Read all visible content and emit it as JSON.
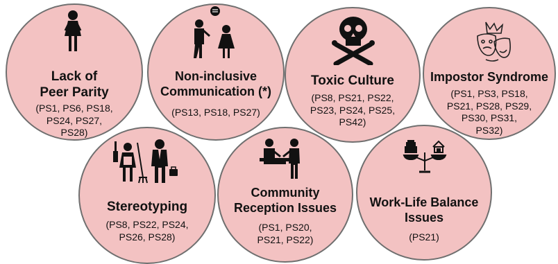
{
  "themes": [
    {
      "id": "peer-parity",
      "title_lines": [
        "Lack of",
        "Peer Parity"
      ],
      "refs_lines": [
        "(PS1, PS6, PS18,",
        "PS24, PS27,",
        "PS28)"
      ],
      "icon": "woman-figure-icon"
    },
    {
      "id": "communication",
      "title_lines": [
        "Non-inclusive",
        "Communication (*)"
      ],
      "refs_lines": [
        "(PS13, PS18, PS27)"
      ],
      "icon": "two-people-talking-icon"
    },
    {
      "id": "toxic",
      "title_lines": [
        "Toxic Culture"
      ],
      "refs_lines": [
        "(PS8, PS21, PS22,",
        "PS23, PS24, PS25,",
        "PS42)"
      ],
      "icon": "skull-crossbones-icon"
    },
    {
      "id": "impostor",
      "title_lines": [
        "Impostor Syndrome"
      ],
      "refs_lines": [
        "(PS1, PS3, PS18,",
        "PS21, PS28, PS29,",
        "PS30, PS31,",
        "PS32)"
      ],
      "icon": "masks-crown-icon"
    },
    {
      "id": "stereotyping",
      "title_lines": [
        "Stereotyping"
      ],
      "refs_lines": [
        "(PS8, PS22, PS24,",
        "PS26, PS28)"
      ],
      "icon": "maid-and-businessman-icon"
    },
    {
      "id": "community",
      "title_lines": [
        "Community",
        "Reception Issues"
      ],
      "refs_lines": [
        "(PS1, PS20,",
        "PS21, PS22)"
      ],
      "icon": "reception-desk-icon"
    },
    {
      "id": "worklife",
      "title_lines": [
        "Work-Life Balance",
        "Issues"
      ],
      "refs_lines": [
        "(PS21)"
      ],
      "icon": "balance-scale-icon"
    }
  ],
  "colors": {
    "circle_fill": "#f3c2c2",
    "circle_border": "#6f6f6f",
    "icon": "#111111"
  }
}
